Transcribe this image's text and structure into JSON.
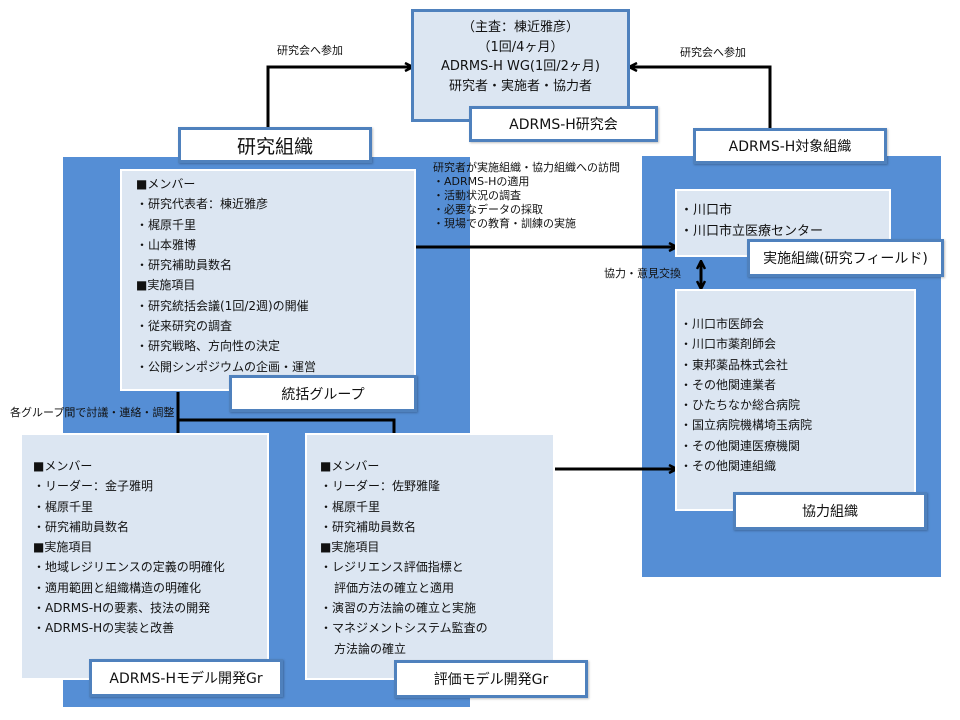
{
  "study_meeting": {
    "lines": [
      "（主査：棟近雅彦）",
      "（1回/4ヶ月）",
      "ADRMS-H WG(1回/2ヶ月)",
      "研究者・実施者・協力者"
    ],
    "title": "ADRMS-H研究会"
  },
  "arrows": {
    "left_join_label": "研究会へ参加",
    "right_join_label": "研究会へ参加",
    "coordination_label": "各グループ間で討議・連絡・調整",
    "cooperation_label": "協力・意見交換"
  },
  "research_org": {
    "title": "研究組織"
  },
  "target_org": {
    "title": "ADRMS-H対象組織"
  },
  "visit_note": {
    "heading": "研究者が実施組織・協力組織への訪問",
    "items": [
      "・ADRMS-Hの適用",
      "・活動状況の調査",
      "・必要なデータの採取",
      "・現場での教育・訓練の実施"
    ]
  },
  "coordination_group": {
    "title": "統括グループ",
    "members_heading": "■メンバー",
    "members": [
      "・研究代表者：棟近雅彦",
      "・梶原千里",
      "・山本雅博",
      "・研究補助員数名"
    ],
    "tasks_heading": "■実施項目",
    "tasks": [
      "・研究統括会議(1回/2週)の開催",
      "・従来研究の調査",
      "・研究戦略、方向性の決定",
      "・公開シンポジウムの企画・運営"
    ]
  },
  "model_dev_group": {
    "title": "ADRMS-Hモデル開発Gr",
    "members_heading": "■メンバー",
    "members": [
      "・リーダー：金子雅明",
      "・梶原千里",
      "・研究補助員数名"
    ],
    "tasks_heading": "■実施項目",
    "tasks": [
      "・地域レジリエンスの定義の明確化",
      "・適用範囲と組織構造の明確化",
      "・ADRMS-Hの要素、技法の開発",
      "・ADRMS-Hの実装と改善"
    ]
  },
  "eval_group": {
    "title": "評価モデル開発Gr",
    "members_heading": "■メンバー",
    "members": [
      "・リーダー：佐野雅隆",
      "・梶原千里",
      "・研究補助員数名"
    ],
    "tasks_heading": "■実施項目",
    "tasks": [
      "・レジリエンス評価指標と",
      "評価方法の確立と適用",
      "・演習の方法論の確立と実施",
      "・マネジメントシステム監査の",
      "方法論の確立"
    ]
  },
  "implementing_org": {
    "title": "実施組織(研究フィールド)",
    "items": [
      "・川口市",
      "・川口市立医療センター"
    ]
  },
  "cooperating_org": {
    "title": "協力組織",
    "items": [
      "・川口市医師会",
      "・川口市薬剤師会",
      "・東邦薬品株式会社",
      "・その他関連業者",
      "・ひたちなか総合病院",
      "・国立病院機構埼玉病院",
      "・その他関連医療機関",
      "・その他関連組織"
    ]
  },
  "colors": {
    "region_blue": "#558ED5",
    "panel_fill": "#DCE6F2",
    "border_blue": "#4F81BD"
  }
}
